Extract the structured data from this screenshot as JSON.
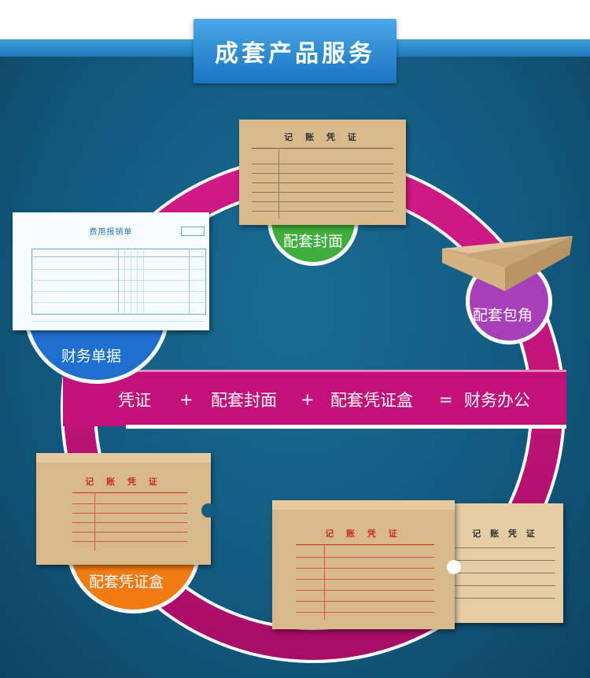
{
  "header": {
    "title": "成套产品服务"
  },
  "equation": {
    "item1": "凭证",
    "op1": "+",
    "item2": "配套封面",
    "op2": "+",
    "item3": "配套凭证盒",
    "op3": "=",
    "result": "财务办公"
  },
  "products": {
    "cover": {
      "label": "配套封面",
      "doc_title": "记 账 凭 证"
    },
    "corner": {
      "label": "配套包角"
    },
    "receipt": {
      "label": "财务单据",
      "doc_title": "费用报销单"
    },
    "box": {
      "label": "配套凭证盒",
      "doc_title": "记 账 凭 证"
    },
    "large_box": {
      "doc_title": "记 账 凭 证",
      "doc_title_2": "记 账 凭 证"
    }
  },
  "colors": {
    "background": "#135b80",
    "ring": "#c2127a",
    "cover_circle": "#3fae3c",
    "corner_circle": "#a63fb8",
    "receipt_circle": "#1f6fd0",
    "box_circle": "#f07a14",
    "kraft": "#d9b98c"
  }
}
